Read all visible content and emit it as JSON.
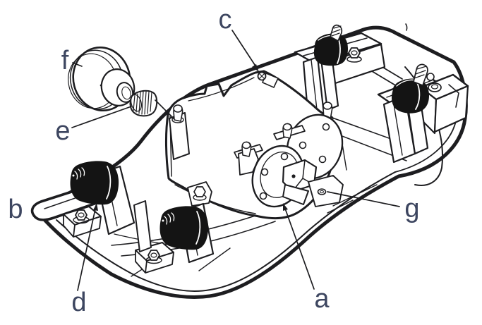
{
  "figure": {
    "background_color": "#ffffff",
    "line_color": "#1d1d20",
    "rubber_fill_color": "#141414",
    "label_color": "#3d4660",
    "labels": [
      {
        "id": "a",
        "text": "a"
      },
      {
        "id": "b",
        "text": "b"
      },
      {
        "id": "c",
        "text": "c"
      },
      {
        "id": "d",
        "text": "d"
      },
      {
        "id": "e",
        "text": "e"
      },
      {
        "id": "f",
        "text": "f"
      },
      {
        "id": "g",
        "text": "g"
      }
    ]
  }
}
